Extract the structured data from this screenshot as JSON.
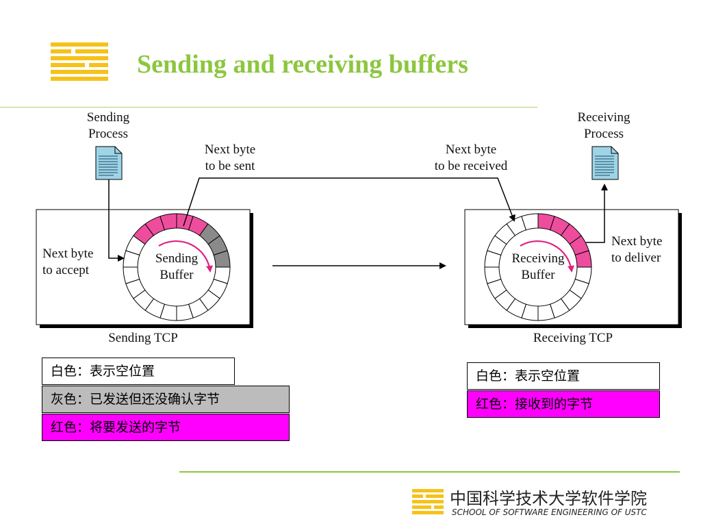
{
  "title": "Sending and receiving buffers",
  "sending_side": {
    "process_label_line1": "Sending",
    "process_label_line2": "Process",
    "next_byte_to_be_sent_line1": "Next byte",
    "next_byte_to_be_sent_line2": "to be sent",
    "next_byte_to_accept_line1": "Next byte",
    "next_byte_to_accept_line2": "to accept",
    "buffer_label_line1": "Sending",
    "buffer_label_line2": "Buffer",
    "tcp_label": "Sending TCP",
    "buffer_segments": 20,
    "pink_segments": 5,
    "gray_segments": 3
  },
  "receiving_side": {
    "process_label_line1": "Receiving",
    "process_label_line2": "Process",
    "next_byte_to_be_received_line1": "Next byte",
    "next_byte_to_be_received_line2": "to be received",
    "next_byte_to_deliver_line1": "Next byte",
    "next_byte_to_deliver_line2": "to deliver",
    "buffer_label_line1": "Receiving",
    "buffer_label_line2": "Buffer",
    "tcp_label": "Receiving TCP",
    "buffer_segments": 20,
    "pink_segments": 5
  },
  "legend_left": [
    {
      "text": "白色：表示空位置",
      "color": "white"
    },
    {
      "text": "灰色：已发送但还没确认字节",
      "color": "gray"
    },
    {
      "text": "红色：将要发送的字节",
      "color": "pink"
    }
  ],
  "legend_right": [
    {
      "text": "白色：表示空位置",
      "color": "white"
    },
    {
      "text": "红色：接收到的字节",
      "color": "pink"
    }
  ],
  "footer": {
    "school_cn": "中国科学技术大学软件学院",
    "school_en": "SCHOOL OF SOFTWARE ENGINEERING OF USTC"
  },
  "colors": {
    "title_green": "#8cc63f",
    "pink": "#ee4d9e",
    "gray": "#8a8a8a",
    "arrow_pink": "#e0217e",
    "doc_blue": "#9fd4e6"
  }
}
